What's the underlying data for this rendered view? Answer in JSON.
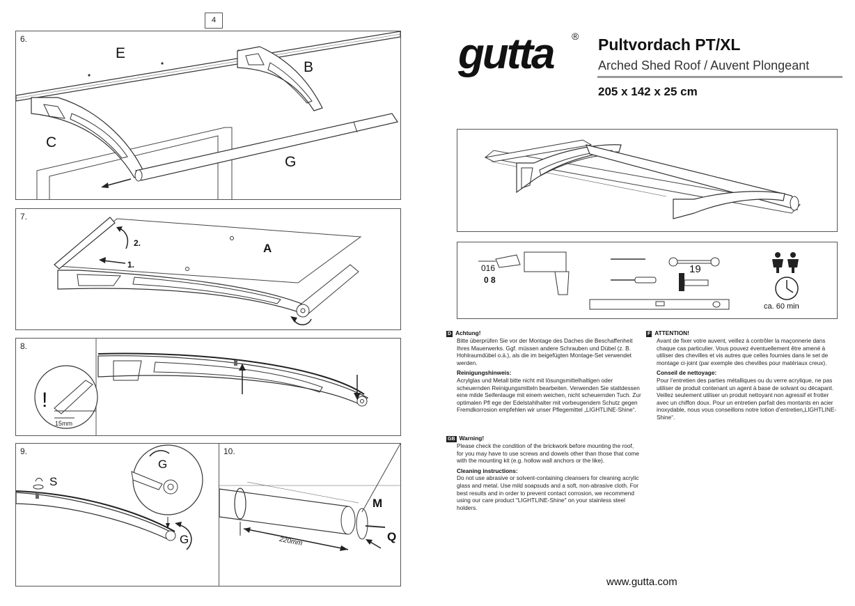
{
  "page_number": "4",
  "brand": {
    "logo_text": "gutta",
    "registered_mark": "®",
    "website": "www.gutta.com"
  },
  "product": {
    "title": "Pultvordach PT/XL",
    "subtitle": "Arched Shed Roof / Auvent Plongeant",
    "dimensions": "205 x 142 x 25 cm"
  },
  "tools": {
    "drill_bit_1": "016",
    "drill_bit_2": "0 8",
    "wrench_size": "19",
    "time": "ca. 60 min"
  },
  "steps": [
    {
      "number": "6.",
      "labels": [
        "E",
        "B",
        "C",
        "G"
      ]
    },
    {
      "number": "7.",
      "labels": [
        "A",
        "2.",
        "1."
      ]
    },
    {
      "number": "8.",
      "labels": [
        "!",
        "15mm"
      ]
    },
    {
      "number": "9.",
      "labels": [
        "S",
        "G",
        "G"
      ]
    },
    {
      "number": "10.",
      "labels": [
        "M",
        "Q",
        "220mm"
      ]
    }
  ],
  "notes": {
    "de": {
      "flag": "D",
      "heading1": "Achtung!",
      "body1": "Bitte überprüfen Sie vor der Montage des Daches die Beschaffenheit Ihres Mauerwerks. Ggf. müssen andere Schrauben und Dübel (z. B. Hohlraumdübel o.ä.), als die im beigefügten Montage-Set verwendet werden.",
      "heading2": "Reinigungshinweis:",
      "body2": "Acrylglas und Metall bitte nicht mit lösungsmittelhaltigen oder scheuernden Reinigungsmitteln bearbeiten. Verwenden Sie stattdessen eine milde Seifenlauge mit einem weichen, nicht scheuernden Tuch. Zur optimalen Pfl ege der Edelstahlhalter mit vorbeugendem Schutz gegen Fremdkorrosion empfehlen wir unser Pflegemittel „LIGHTLINE-Shine“."
    },
    "gb": {
      "flag": "GB",
      "heading1": "Warning!",
      "body1": "Please check the condition of the brickwork before mounting the roof, for you may have to use screws and dowels other than those that come with the mounting kit (e.g. hollow wall anchors or the like).",
      "heading2": "Cleaning instructions:",
      "body2": "Do not use abrasive or solvent-containing cleansers for cleaning acrylic glass and metal. Use mild soapsuds and a soft, non-abrasive cloth. For best results and in order to prevent contact corrosion, we recommend using our care product \"LIGHTLINE-Shine\" on your stainless steel holders."
    },
    "fr": {
      "flag": "F",
      "heading1": "ATTENTION!",
      "body1": "Avant de fixer votre auvent, veillez à contrôler la maçonnerie dans chaque cas particulier. Vous pouvez éventuellement être amené à utiliser des chevilles et vis autres que celles fournies dans le set de montage ci-joint (par exemple des chevilles pour matériaux creux).",
      "heading2": "Conseil de nettoyage:",
      "body2": "Pour l’entretien des parties métalliques ou du verre acrylique, ne pas utiliser de produit contenant un agent à base de solvant ou décapant. Veillez seulement utiliser un produit nettoyant non agressif et frotter avec un chiffon doux. Pour un entretien parfait des montants en acier inoxydable, nous vous conseillons notre lotion d’entretien„LIGHTLINE-Shine“."
    }
  }
}
